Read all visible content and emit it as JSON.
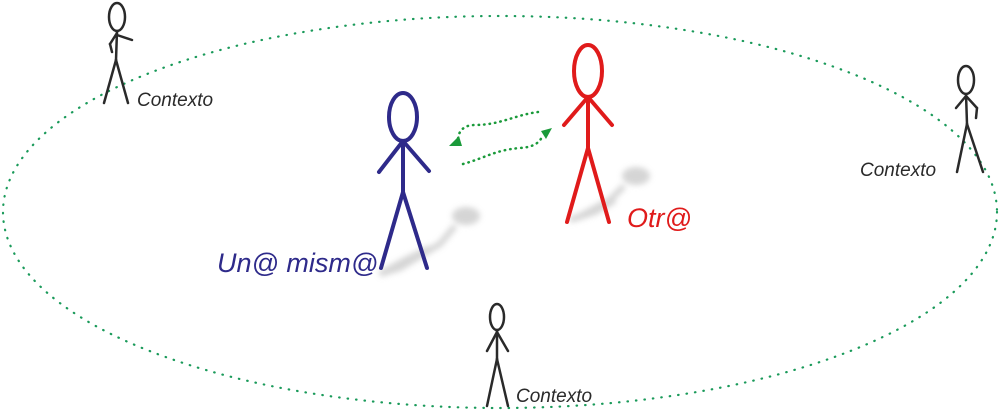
{
  "labels": {
    "self": "Un@ mism@",
    "other": "Otr@",
    "context_top_left": "Contexto",
    "context_right": "Contexto",
    "context_bottom": "Contexto"
  },
  "colors": {
    "self": "#2e2a8a",
    "other": "#e01b1b",
    "context": "#2a2a2a",
    "dotted": "#1a9a5a",
    "arrow": "#1a9a3a",
    "shadow": "#c8c8c8"
  }
}
